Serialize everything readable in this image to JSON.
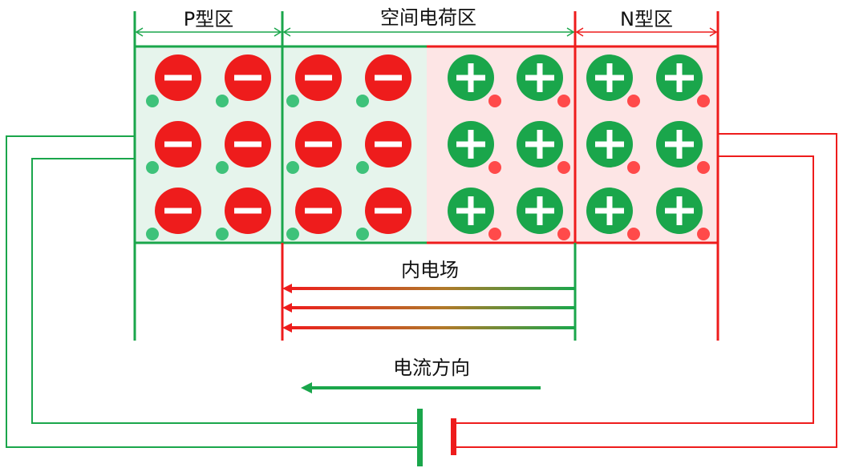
{
  "labels": {
    "p_region": "P型区",
    "depletion_region": "空间电荷区",
    "n_region": "N型区",
    "internal_field": "内电场",
    "current_direction": "电流方向"
  },
  "colors": {
    "green": "#1aa64b",
    "red": "#ee1c1c",
    "p_fill": "#e6f4ec",
    "n_fill": "#fde5e5",
    "hole_dot": "#3ec27a",
    "electron_dot": "#ff4a4a"
  },
  "icons": {
    "negative_ion": "minus-circle-icon",
    "positive_ion": "plus-circle-icon",
    "battery": "battery-icon"
  }
}
